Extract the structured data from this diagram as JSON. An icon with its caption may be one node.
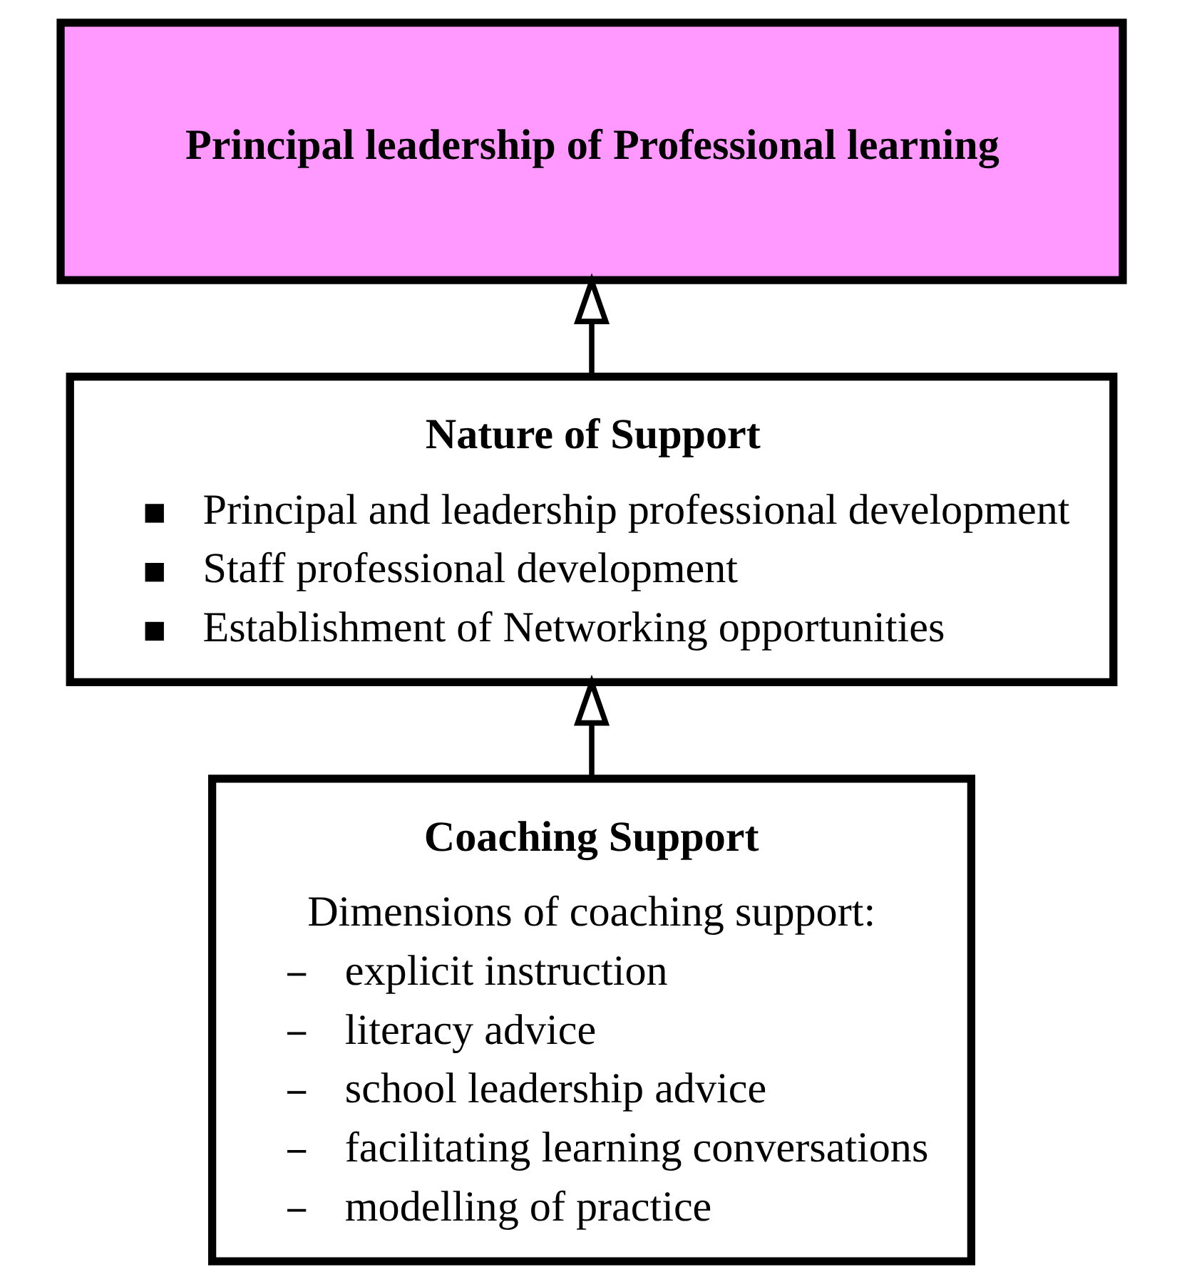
{
  "diagram": {
    "nodes": [
      {
        "text": [
          "Principal leadership of Professional learning"
        ]
      },
      {
        "text": [
          "Nature of Support",
          "Principal and leadership professional development",
          "Staff professional development",
          "Establishment of Networking opportunities"
        ]
      },
      {
        "text": [
          "Coaching Support",
          "Dimensions of coaching support:",
          "explicit instruction",
          "literacy advice",
          "school leadership advice",
          "facilitating learning conversations",
          "modelling of practice"
        ]
      }
    ],
    "edges": [
      {
        "from": 2,
        "to": 1,
        "arrow": "to"
      },
      {
        "from": 1,
        "to": 0,
        "arrow": "to"
      }
    ]
  }
}
